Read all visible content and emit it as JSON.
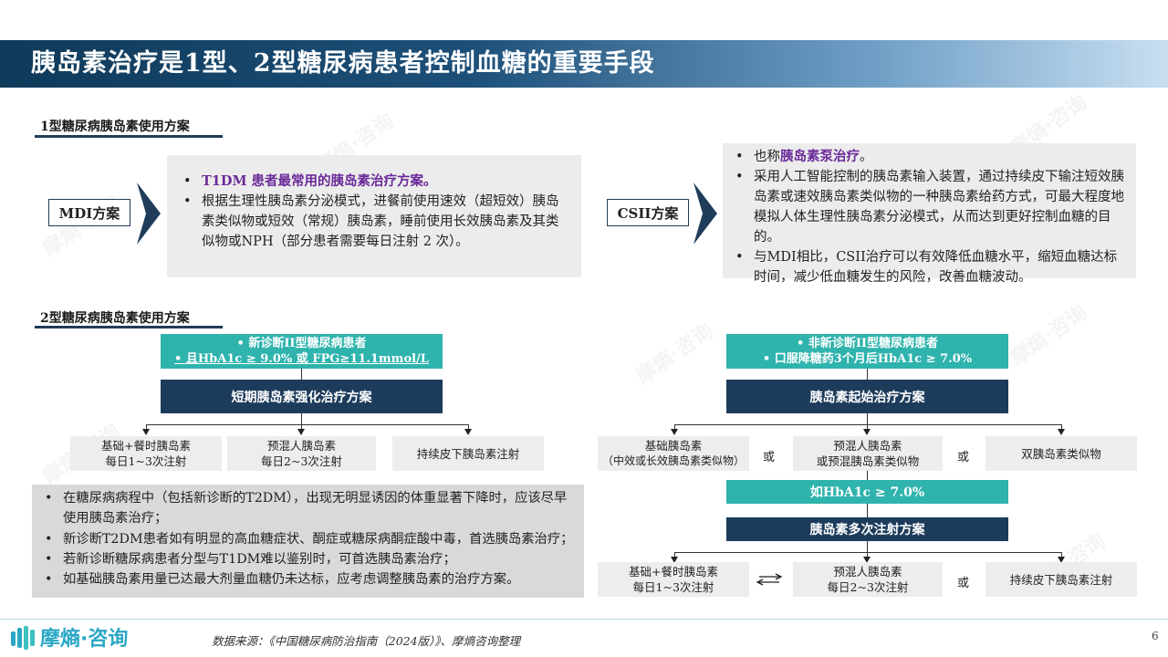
{
  "title": "胰岛素治疗是1型、2型糖尿病患者控制血糖的重要手段",
  "type1": {
    "section_label": "1型糖尿病胰岛素使用方案",
    "mdi": {
      "label": "MDI方案",
      "bullet1": "T1DM 患者最常用的胰岛素治疗方案。",
      "bullet2": "根据生理性胰岛素分泌模式，进餐前使用速效（超短效）胰岛素类似物或短效（常规）胰岛素，睡前使用长效胰岛素及其类似物或NPH（部分患者需要每日注射 2 次）。"
    },
    "csii": {
      "label": "CSII方案",
      "bullet1_prefix": "也称",
      "bullet1_highlight": "胰岛素泵治疗",
      "bullet1_suffix": "。",
      "bullet2": "采用人工智能控制的胰岛素输入装置，通过持续皮下输注短效胰岛素或速效胰岛素类似物的一种胰岛素给药方式，可最大程度地模拟人体生理性胰岛素分泌模式，从而达到更好控制血糖的目的。",
      "bullet3": "与MDI相比，CSII治疗可以有效降低血糖水平，缩短血糖达标时间，减少低血糖发生的风险，改善血糖波动。"
    }
  },
  "type2": {
    "section_label": "2型糖尿病胰岛素使用方案",
    "left": {
      "condition1": "•  新诊断II型糖尿病患者",
      "condition2": "•  且HbA1c ≥ 9.0% 或 FPG≥11.1mmol/L",
      "plan": "短期胰岛素强化治疗方案",
      "opt1_line1": "基础+餐时胰岛素",
      "opt1_line2": "每日1~3次注射",
      "opt2_line1": "预混人胰岛素",
      "opt2_line2": "每日2~3次注射",
      "opt3": "持续皮下胰岛素注射",
      "notes": [
        "在糖尿病病程中（包括新诊断的T2DM），出现无明显诱因的体重显著下降时，应该尽早使用胰岛素治疗；",
        "新诊断T2DM患者如有明显的高血糖症状、酮症或糖尿病酮症酸中毒，首选胰岛素治疗；",
        "若新诊断糖尿病患者分型与T1DM难以鉴别时，可首选胰岛素治疗；",
        "如基础胰岛素用量已达最大剂量血糖仍未达标，应考虑调整胰岛素的治疗方案。"
      ]
    },
    "right": {
      "condition1": "•  非新诊断II型糖尿病患者",
      "condition2": "•  口服降糖药3个月后HbA1c ≥ 7.0%",
      "plan": "胰岛素起始治疗方案",
      "opt1_line1": "基础胰岛素",
      "opt1_line2": "（中效或长效胰岛素类似物）",
      "or1": "或",
      "opt2_line1": "预混人胰岛素",
      "opt2_line2": "或预混胰岛素类似物",
      "or2": "或",
      "opt3": "双胰岛素类似物",
      "mid_condition": "如HbA1c ≥ 7.0%",
      "plan2": "胰岛素多次注射方案",
      "opt4_line1": "基础+餐时胰岛素",
      "opt4_line2": "每日1~3次注射",
      "opt5_line1": "预混人胰岛素",
      "opt5_line2": "每日2~3次注射",
      "or3": "或",
      "opt6": "持续皮下胰岛素注射"
    }
  },
  "footer": {
    "logo": "摩熵·咨询",
    "source": "数据来源：《中国糖尿病防治指南（2024版）》、摩熵咨询整理",
    "page": "6"
  },
  "watermark_text": "摩熵·咨询",
  "colors": {
    "navy": "#1d3c5c",
    "teal": "#2fb3ad",
    "purple": "#6a2a9a",
    "gray_box": "#ececec"
  }
}
